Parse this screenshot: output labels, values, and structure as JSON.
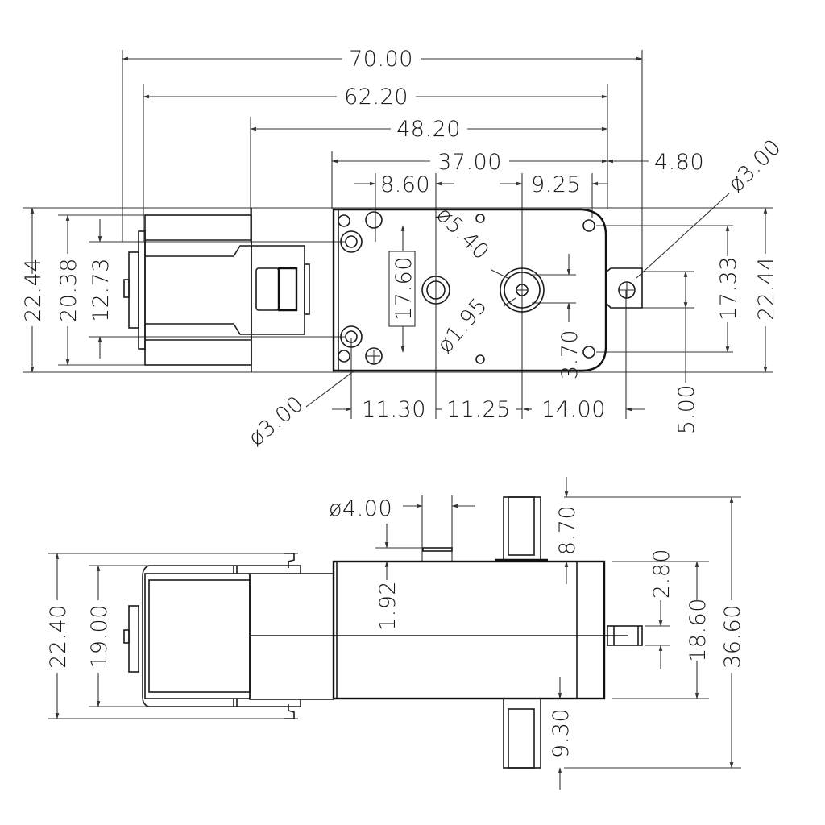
{
  "drawing": {
    "title": "Gear motor dimensional drawing",
    "units": "mm",
    "stroke_color": "#1a1a1a",
    "background": "#ffffff"
  },
  "top_view": {
    "horizontal_dims": {
      "overall_length": "70.00",
      "length_to_gearbox_end": "62.20",
      "length_from_motor_step": "48.20",
      "gearbox_length": "37.00",
      "tab_offset": "4.80",
      "hole_spacing_left": "8.60",
      "corner_hole_offset": "9.25",
      "hole_to_center_hole": "11.30",
      "center_hole_to_shaft": "11.25",
      "shaft_to_tab_hole": "14.00"
    },
    "vertical_dims_left": {
      "overall_height": "22.44",
      "motor_height": "20.38",
      "inner_height": "12.73"
    },
    "vertical_dims_right": {
      "corner_hole_spacing": "17.33",
      "overall_height": "22.44",
      "tab_height": "5.00",
      "shaft_boss": "3.70"
    },
    "callouts": {
      "mount_hole_spacing_boxed": "17.60",
      "boss_diameter": "ø5.40",
      "shaft_hole_diameter": "ø1.95",
      "tab_hole_diameter": "ø3.00",
      "mount_hole_diameter": "ø3.00"
    }
  },
  "side_view": {
    "left_dims": {
      "overall_height": "22.40",
      "motor_height": "19.00"
    },
    "top_dims": {
      "pin_diameter": "ø4.00",
      "pin_height": "1.92"
    },
    "shaft_dims": {
      "upper_shaft_length": "8.70",
      "lower_shaft_length": "9.30",
      "side_shaft_height": "2.80",
      "gearbox_width": "18.60",
      "overall_shaft_span": "36.60"
    }
  }
}
